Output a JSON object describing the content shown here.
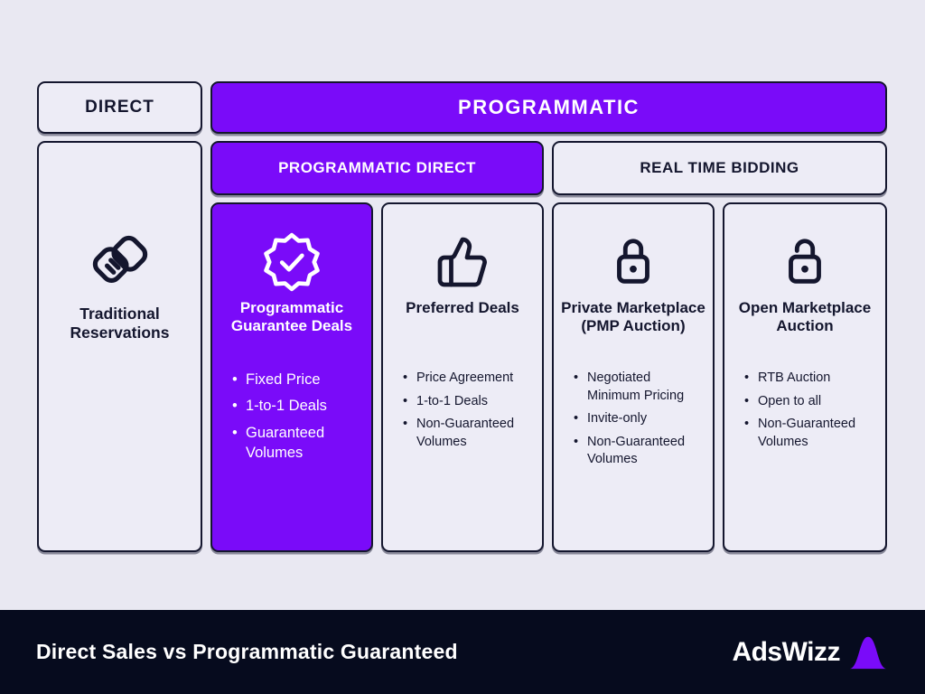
{
  "colors": {
    "background": "#E9E8F2",
    "card_fill": "#EDECF6",
    "accent_purple": "#7A0BF9",
    "outline_dark": "#14162E",
    "footer_bar": "#060B1E",
    "text_light": "#FFFFFF"
  },
  "headers": {
    "direct": "DIRECT",
    "programmatic": "PROGRAMMATIC",
    "programmatic_direct": "PROGRAMMATIC DIRECT",
    "real_time_bidding": "REAL TIME BIDDING"
  },
  "columns": [
    {
      "icon": "handshake-icon",
      "title": "Traditional Reservations",
      "bullets": []
    },
    {
      "icon": "badge-check-icon",
      "title": "Programmatic Guarantee Deals",
      "bullets": [
        "Fixed Price",
        "1-to-1 Deals",
        "Guaranteed Volumes"
      ]
    },
    {
      "icon": "thumbs-up-icon",
      "title": "Preferred Deals",
      "bullets": [
        "Price Agreement",
        "1-to-1 Deals",
        "Non-Guaranteed Volumes"
      ]
    },
    {
      "icon": "lock-closed-icon",
      "title": "Private Marketplace (PMP Auction)",
      "bullets": [
        "Negotiated Minimum Pricing",
        "Invite-only",
        "Non-Guaranteed Volumes"
      ]
    },
    {
      "icon": "lock-open-icon",
      "title": "Open Marketplace Auction",
      "bullets": [
        "RTB Auction",
        "Open to all",
        "Non-Guaranteed Volumes"
      ]
    }
  ],
  "footer": {
    "title": "Direct Sales vs Programmatic Guaranteed",
    "brand": "AdsWizz",
    "logo": "adswizz-wave-icon"
  }
}
